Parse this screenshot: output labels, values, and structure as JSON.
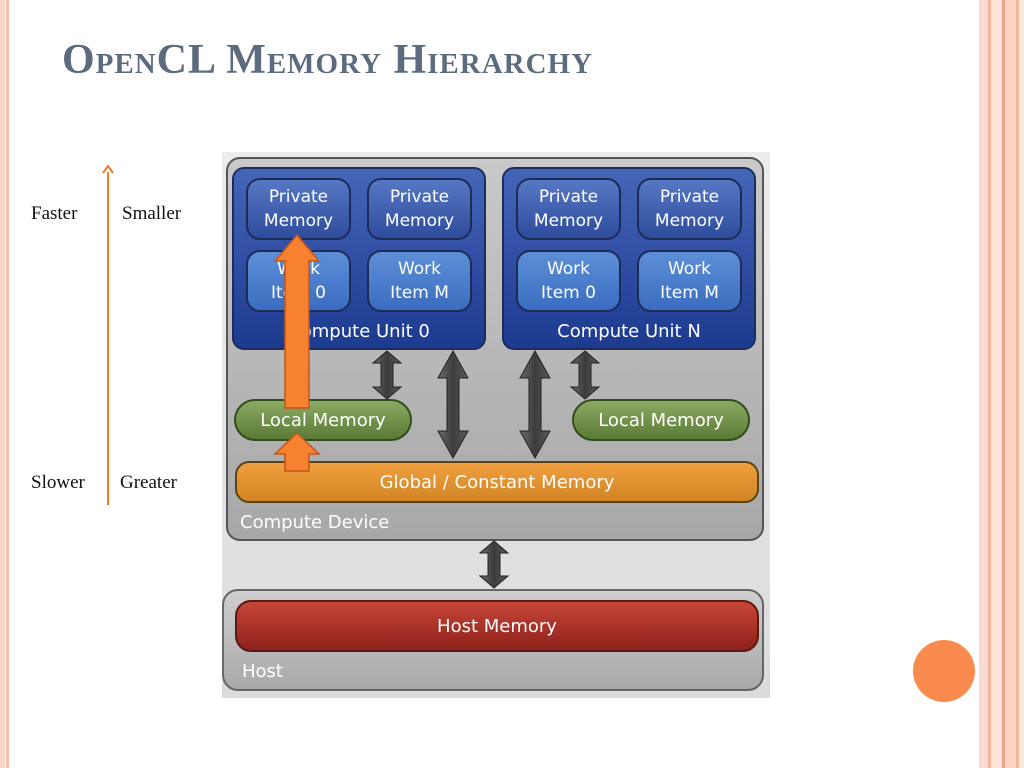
{
  "slide": {
    "title": "OpenCL Memory Hierarchy",
    "accent_color": "#f07b2c",
    "title_color": "#5d6b7f"
  },
  "scale": {
    "top_left": "Faster",
    "top_right": "Smaller",
    "bottom_left": "Slower",
    "bottom_right": "Greater"
  },
  "diagram": {
    "compute_units": [
      {
        "label": "Compute Unit 0",
        "private_memories": [
          {
            "line1": "Private",
            "line2": "Memory"
          },
          {
            "line1": "Private",
            "line2": "Memory"
          }
        ],
        "work_items": [
          {
            "line1": "Work",
            "line2": "Item 0"
          },
          {
            "line1": "Work",
            "line2": "Item M"
          }
        ],
        "local_memory": "Local Memory"
      },
      {
        "label": "Compute Unit N",
        "private_memories": [
          {
            "line1": "Private",
            "line2": "Memory"
          },
          {
            "line1": "Private",
            "line2": "Memory"
          }
        ],
        "work_items": [
          {
            "line1": "Work",
            "line2": "Item 0"
          },
          {
            "line1": "Work",
            "line2": "Item M"
          }
        ],
        "local_memory": "Local Memory"
      }
    ],
    "global_memory": "Global / Constant Memory",
    "device_label": "Compute Device",
    "host_memory": "Host Memory",
    "host_label": "Host",
    "colors": {
      "compute_unit": "#2c4aa0",
      "local_memory": "#6e8f45",
      "global_memory": "#e3922f",
      "host_memory": "#a83128",
      "highlight_arrow": "#f7812e"
    }
  }
}
